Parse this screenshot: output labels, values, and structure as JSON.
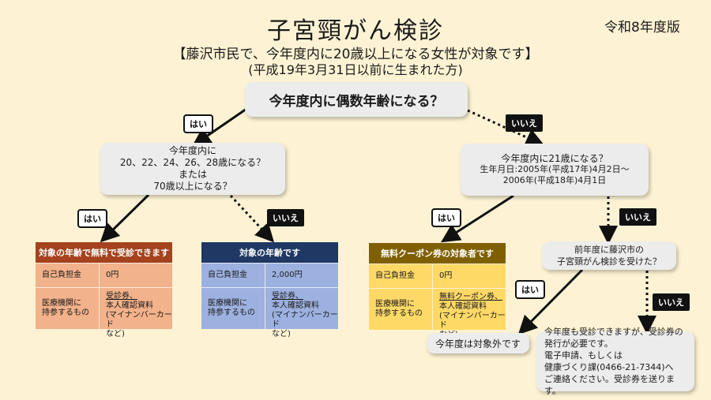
{
  "header": {
    "title": "子宮頸がん検診",
    "edition": "令和8年度版",
    "subtitle": "【藤沢市民で、今年度内に20歳以上になる女性が対象です】",
    "subtitle2": "(平成19年3月31日以前に生まれた方)"
  },
  "q_main": "今年度内に偶数年齢になる？",
  "q_left": {
    "line1": "今年度内に",
    "line2": "20、22、24、26、28歳になる？",
    "line3": "または",
    "line4": "70歳以上になる？"
  },
  "q_right": {
    "line1": "今年度内に21歳になる？",
    "line2": "生年月日:2005年(平成17年)4月2日～",
    "line3": "2006年(平成18年)4月1日"
  },
  "q_prev": {
    "line1": "前年度に藤沢市の",
    "line2": "子宮頸がん検診を受けた？"
  },
  "labels": {
    "yes": "はい",
    "no": "いいえ"
  },
  "cards": [
    {
      "head": "対象の年齢で無料で受診できます",
      "fee_label": "自己負担金",
      "fee_value": "0円",
      "bring_label_1": "医療機関に",
      "bring_label_2": "持参するもの",
      "bring_1": "受診券、",
      "bring_2": "本人確認資料",
      "bring_3": "(マイナンバーカード",
      "bring_4": "など)"
    },
    {
      "head": "対象の年齢です",
      "fee_label": "自己負担金",
      "fee_value": "2,000円",
      "bring_label_1": "医療機関に",
      "bring_label_2": "持参するもの",
      "bring_1": "受診券、",
      "bring_2": "本人確認資料",
      "bring_3": "(マイナンバーカード",
      "bring_4": "など)"
    },
    {
      "head": "無料クーポン券の対象者です",
      "fee_label": "自己負担金",
      "fee_value": "0円",
      "bring_label_1": "医療機関に",
      "bring_label_2": "持参するもの",
      "bring_1": "無料クーポン券、",
      "bring_2": "本人確認資料",
      "bring_3": "(マイナンバーカード",
      "bring_4": "など)"
    }
  ],
  "result_out": "今年度は対象外です",
  "result_note": {
    "line1": "今年度も受診できますが、受診券の",
    "line2": "発行が必要です。",
    "line3": "電子申請、もしくは",
    "line4": "健康づくり課(0466-21-7344)へ",
    "line5": "ご連絡ください。受診券を送ります。"
  },
  "colors": {
    "background": "#fdf3d4",
    "card1_head": "#a4431d",
    "card1_body": "#f2b28b",
    "card2_head": "#1f3864",
    "card2_body": "#9db1e0",
    "card3_head": "#7f6000",
    "card3_body": "#ffd966"
  }
}
